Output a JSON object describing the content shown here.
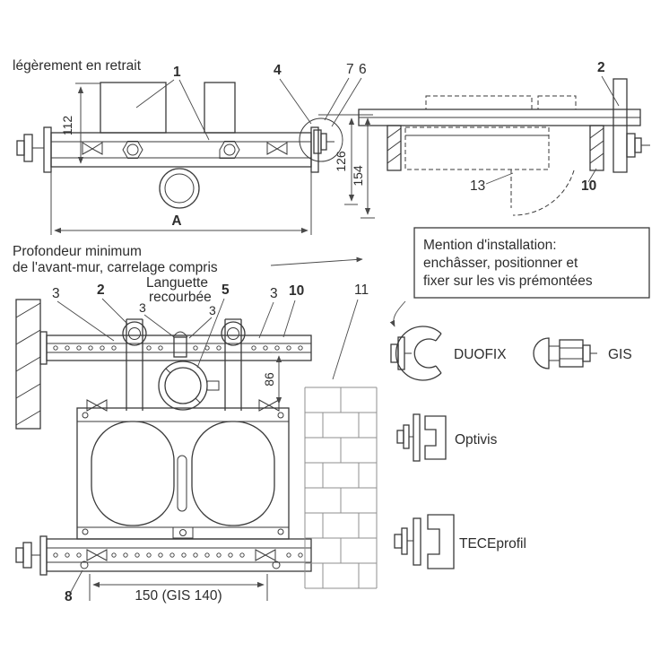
{
  "colors": {
    "ink": "#3a3a3a",
    "dim": "#4a4a4a",
    "background": "#ffffff"
  },
  "front_view": {
    "note": "légèrement en retrait",
    "part_1": "1",
    "part_4": "4",
    "part_7": "7",
    "part_6": "6",
    "dim_112": "112",
    "dim_126": "126",
    "dim_154": "154",
    "dim_a": "A",
    "caption_line1": "Profondeur minimum",
    "caption_line2": "de l'avant-mur, carrelage compris"
  },
  "side_view": {
    "part_2": "2",
    "part_13": "13",
    "part_10": "10"
  },
  "mention_box": {
    "line1": "Mention d'installation:",
    "line2": "enchâsser, positionner et",
    "line3": "fixer sur les vis prémontées"
  },
  "frame_view": {
    "part_3_left": "3",
    "part_2": "2",
    "languette_line1": "Languette",
    "languette_line2": "recourbée",
    "part_3_tab_left": "3",
    "part_3_tab_right": "3",
    "part_5": "5",
    "part_3_right": "3",
    "part_10": "10",
    "part_11": "11",
    "part_8": "8",
    "dim_86": "86",
    "dim_150": "150 (GIS 140)"
  },
  "systems": {
    "duofix": "DUOFIX",
    "gis": "GIS",
    "optivis": "Optivis",
    "teceprofil": "TECEprofil"
  }
}
